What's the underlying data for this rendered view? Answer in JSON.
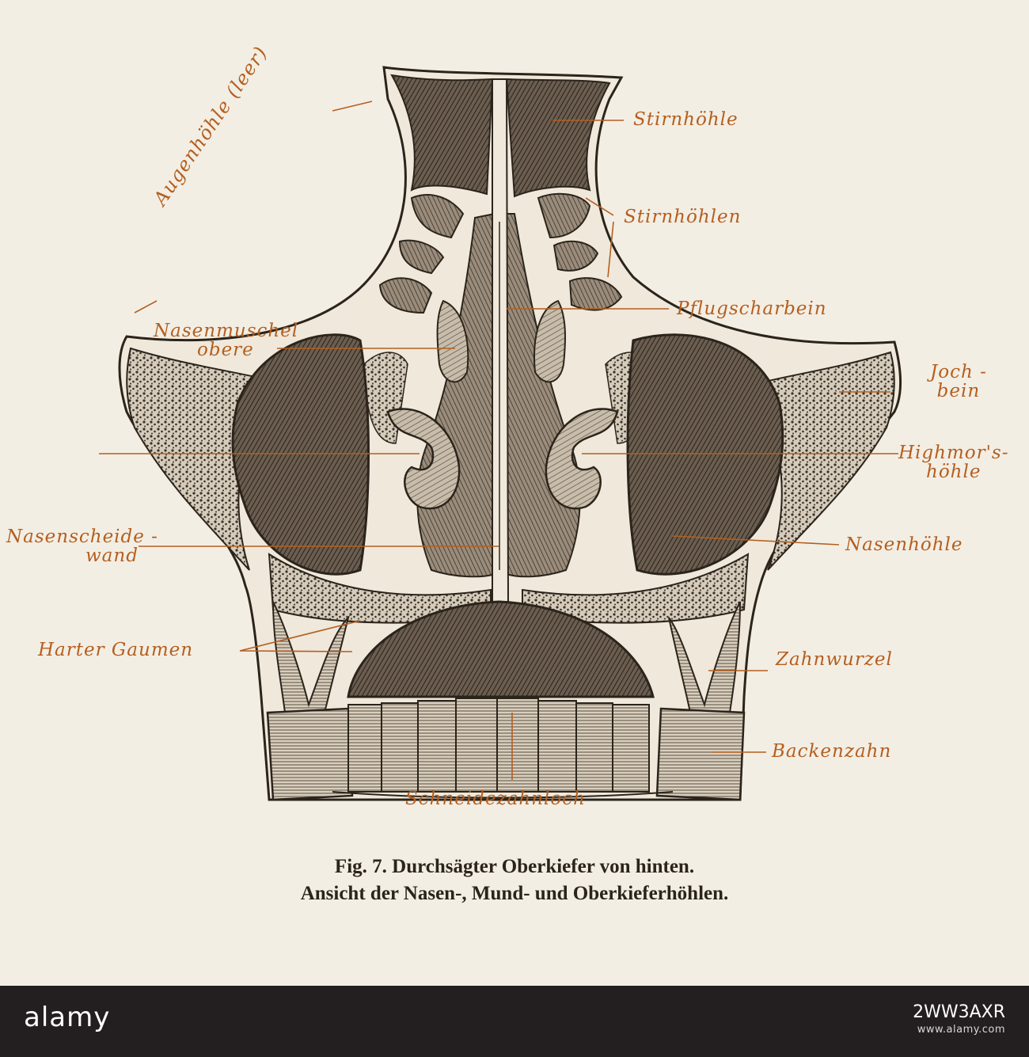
{
  "labels": {
    "stirnhoehle": "Stirnhöhle",
    "augenhoehle": "Augenhöhle (leer)",
    "stirnhoehlen": "Stirnhöhlen",
    "pflugscharbein": "Pflugscharbein",
    "nasenmuschel_1": "Nasenmuschel",
    "nasenmuschel_2": "obere",
    "jochbein_1": "Joch -",
    "jochbein_2": "bein",
    "highmors_1": "Highmor's-",
    "highmors_2": "höhle",
    "nasenscheidewand_1": "Nasenscheide -",
    "nasenscheidewand_2": "wand",
    "nasenhoehle": "Nasenhöhle",
    "harter_gaumen": "Harter Gaumen",
    "zahnwurzel": "Zahnwurzel",
    "backenzahn": "Backenzahn",
    "schneidezahnloch": "Schneidezahnloch"
  },
  "caption": {
    "line1": "Fig. 7.  Durchsägter Oberkiefer von hinten.",
    "line2": "Ansicht der Nasen-, Mund- und Oberkieferhöhlen."
  },
  "footer": {
    "logo": "alamy",
    "image_id": "2WW3AXR",
    "url": "www.alamy.com"
  },
  "colors": {
    "paper": "#f3eee4",
    "ink": "#3a3026",
    "label": "#b45f1f",
    "footer": "#231f20"
  }
}
